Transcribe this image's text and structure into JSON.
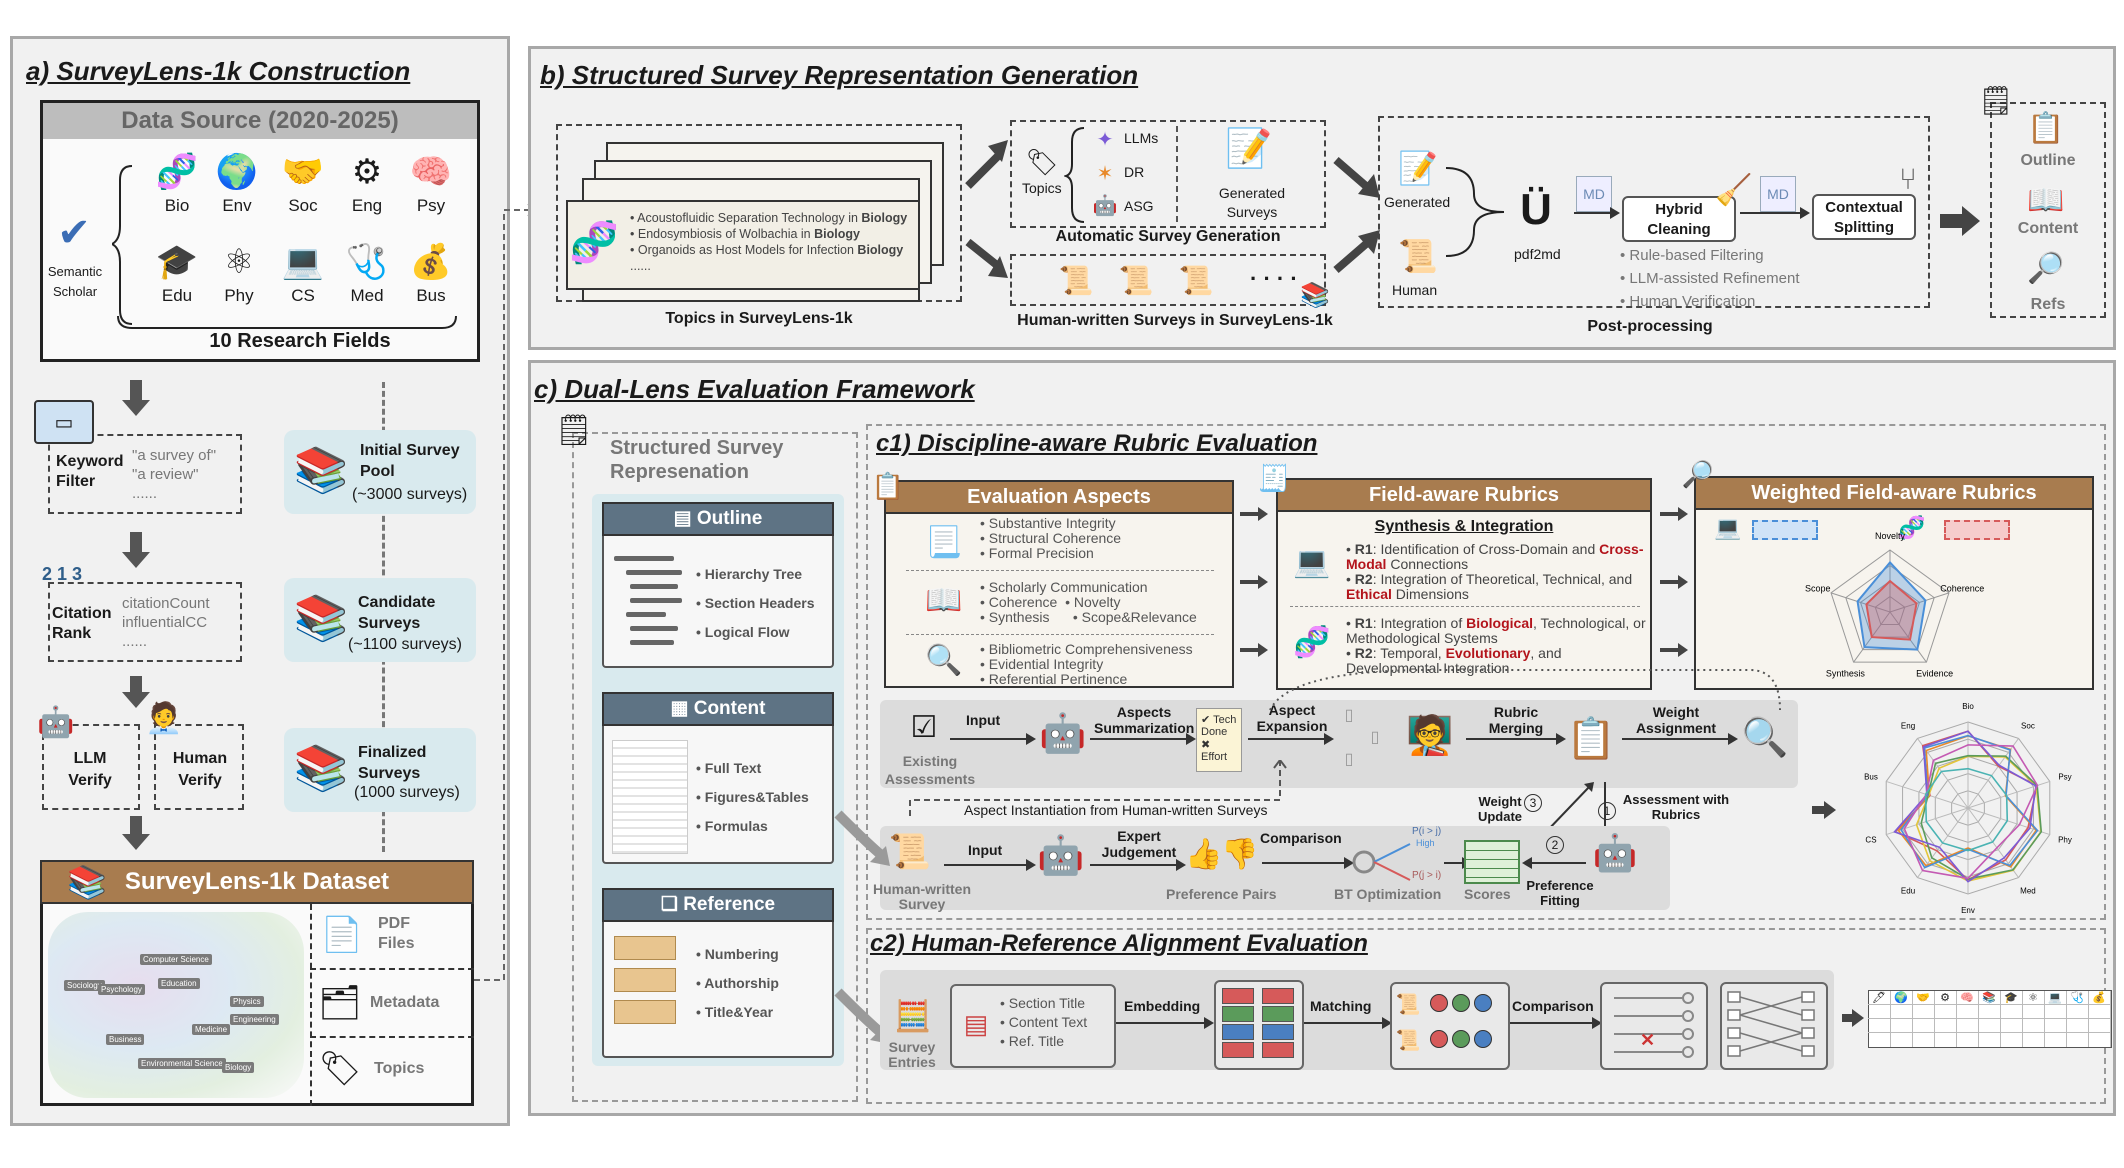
{
  "panel_a": {
    "title": "a) SurveyLens-1k Construction",
    "data_source": "Data Source (2020-2025)",
    "semantic_scholar": "Semantic Scholar",
    "fields": [
      "Bio",
      "Env",
      "Soc",
      "Eng",
      "Psy",
      "Edu",
      "Phy",
      "CS",
      "Med",
      "Bus"
    ],
    "fields_caption": "10 Research Fields",
    "keyword_filter": {
      "label": "Keyword Filter",
      "items": [
        "\"a survey of\"",
        "\"a review\"",
        "......"
      ]
    },
    "citation_rank": {
      "label": "Citation Rank",
      "items": [
        "citationCount",
        "influentialCC",
        "......"
      ]
    },
    "llm_verify": "LLM Verify",
    "human_verify": "Human Verify",
    "pools": [
      {
        "name": "Initial Survey Pool",
        "count": "(~3000 surveys)"
      },
      {
        "name": "Candidate Surveys",
        "count": "(~1100 surveys)"
      },
      {
        "name": "Finalized Surveys",
        "count": "(1000 surveys)"
      }
    ],
    "dataset_title": "SurveyLens-1k Dataset",
    "dataset_items": [
      "PDF Files",
      "Metadata",
      "Topics"
    ],
    "map_labels": [
      "Sociology",
      "Psychology",
      "Computer Science",
      "Education",
      "Physics",
      "Business",
      "Medicine",
      "Engineering",
      "Environmental Science",
      "Biology"
    ]
  },
  "panel_b": {
    "title": "b) Structured Survey Representation Generation",
    "topics": [
      {
        "text": "Acoustofluidic Separation Technology in ",
        "field": "Biology"
      },
      {
        "text": "Endosymbiosis of Wolbachia in ",
        "field": "Biology"
      },
      {
        "text": "Organoids as Host Models for Infection ",
        "field": "Biology"
      }
    ],
    "topics_more": "......",
    "topics_caption": "Topics in SurveyLens-1k",
    "topics_label": "Topics",
    "methods": [
      "LLMs",
      "DR",
      "ASG"
    ],
    "generated_surveys": "Generated Surveys",
    "auto_caption": "Automatic Survey Generation",
    "human_dots": "· · · ·",
    "human_caption": "Human-written Surveys in SurveyLens-1k",
    "generated": "Generated",
    "human": "Human",
    "pdf2md": "pdf2md",
    "md": "MD",
    "hybrid_cleaning": "Hybrid Cleaning",
    "contextual_splitting": "Contextual Splitting",
    "cleaning_steps": [
      "Rule-based Filtering",
      "LLM-assisted Refinement",
      "Human Verification"
    ],
    "post_caption": "Post-processing",
    "outputs": [
      "Outline",
      "Content",
      "Refs"
    ]
  },
  "panel_c": {
    "title": "c) Dual-Lens Evaluation Framework",
    "ssr_title": "Structured Survey Represenation",
    "outline": {
      "title": "Outline",
      "items": [
        "Hierarchy Tree",
        "Section Headers",
        "Logical Flow"
      ]
    },
    "content": {
      "title": "Content",
      "items": [
        "Full Text",
        "Figures&Tables",
        "Formulas"
      ]
    },
    "reference": {
      "title": "Reference",
      "items": [
        "Numbering",
        "Authorship",
        "Title&Year"
      ]
    },
    "c1_title": "c1) Discipline-aware Rubric Evaluation",
    "eval_aspects_title": "Evaluation Aspects",
    "aspect_groups": [
      [
        "Substantive Integrity",
        "Structural Coherence",
        "Formal Precision"
      ],
      [
        "Scholarly Communication",
        "Coherence",
        "Novelty",
        "Synthesis",
        "Scope&Relevance"
      ],
      [
        "Bibliometric Comprehensiveness",
        "Evidential Integrity",
        "Referential Pertinence"
      ]
    ],
    "rubrics_title": "Field-aware Rubrics",
    "rubric_head": "Synthesis & Integration",
    "rubrics_cs": [
      {
        "id": "R1",
        "pre": ": Identification of Cross-Domain and ",
        "hl": "Cross-Modal",
        "post": " Connections"
      },
      {
        "id": "R2",
        "pre": ": Integration of Theoretical, Technical, and ",
        "hl": "Ethical",
        "post": " Dimensions"
      }
    ],
    "rubrics_bio": [
      {
        "id": "R1",
        "pre": ": Integration of ",
        "hl": "Biological",
        "post": ", Technological, or Methodological Systems"
      },
      {
        "id": "R2",
        "pre": ": Temporal, ",
        "hl": "Evolutionary",
        "post": ", and Developmental Integration"
      }
    ],
    "weighted_title": "Weighted Field-aware Rubrics",
    "radar_axes": [
      "Novelty",
      "Coherence",
      "Evidence",
      "Synthesis",
      "Scope"
    ],
    "flow_top": {
      "existing": "Existing Assessments",
      "input": "Input",
      "aspects_sum": "Aspects Summarization",
      "aspect_exp": "Aspect Expansion",
      "rubric_merge": "Rubric Merging",
      "weight_assign": "Weight Assignment",
      "tech_done": "Tech Done",
      "effort": "Effort"
    },
    "aspect_instantiation": "Aspect Instantiation from Human-written Surveys",
    "weight_update": "Weight Update",
    "assess_rubrics": "Assessment with Rubrics",
    "step_nums": [
      "1",
      "2",
      "3"
    ],
    "flow_bottom": {
      "human_survey": "Human-written Survey",
      "input": "Input",
      "expert": "Expert Judgement",
      "pref_pairs": "Preference Pairs",
      "comparison": "Comparison",
      "bt": "BT Optimization",
      "scores": "Scores",
      "pref_fit": "Preference Fitting",
      "p1": "P(i > j)",
      "p2": "P(j > i)",
      "high": "High"
    },
    "radar2_fields": [
      "Bio",
      "Soc",
      "Psy",
      "Phy",
      "Med",
      "Env",
      "Edu",
      "CS",
      "Bus",
      "Eng"
    ],
    "c2_title": "c2) Human-Reference Alignment Evaluation",
    "survey_entries": "Survey Entries",
    "entry_fields": [
      "Section Title",
      "Content Text",
      "Ref. Title"
    ],
    "embedding": "Embedding",
    "matching": "Matching",
    "comparison2": "Comparison"
  },
  "colors": {
    "brown": "#a87c4f",
    "slate": "#5e7384",
    "pool": "#d9eaee",
    "highlight": "#b3141b"
  }
}
